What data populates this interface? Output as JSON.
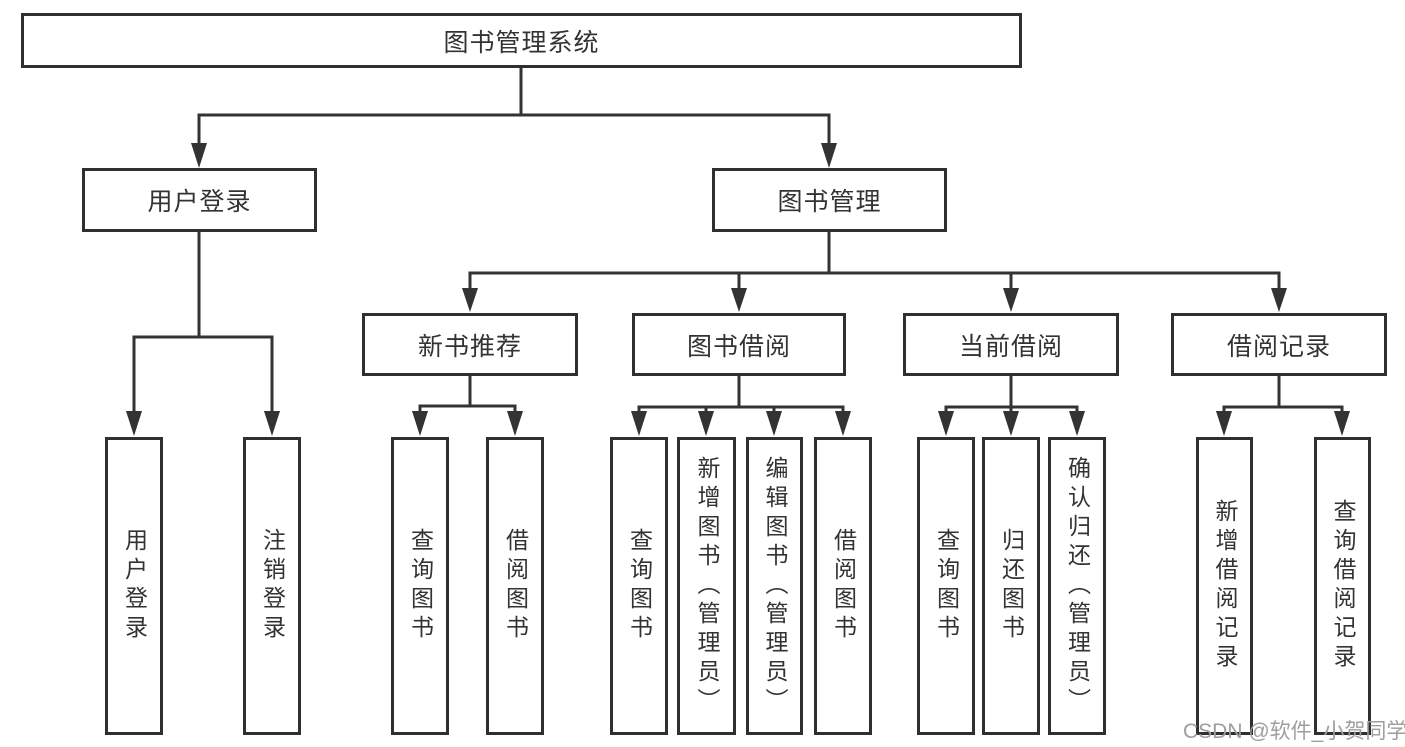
{
  "diagram_type": "hierarchy-tree",
  "tree": {
    "label": "图书管理系统",
    "children": [
      {
        "label": "用户登录",
        "children": [
          {
            "label": "用户登录"
          },
          {
            "label": "注销登录"
          }
        ]
      },
      {
        "label": "图书管理",
        "children": [
          {
            "label": "新书推荐",
            "children": [
              {
                "label": "查询图书"
              },
              {
                "label": "借阅图书"
              }
            ]
          },
          {
            "label": "图书借阅",
            "children": [
              {
                "label": "查询图书"
              },
              {
                "label": "新增图书（管理员）"
              },
              {
                "label": "编辑图书（管理员）"
              },
              {
                "label": "借阅图书"
              }
            ]
          },
          {
            "label": "当前借阅",
            "children": [
              {
                "label": "查询图书"
              },
              {
                "label": "归还图书"
              },
              {
                "label": "确认归还（管理员）"
              }
            ]
          },
          {
            "label": "借阅记录",
            "children": [
              {
                "label": "新增借阅记录"
              },
              {
                "label": "查询借阅记录"
              }
            ]
          }
        ]
      }
    ]
  },
  "watermark": "CSDN @软件_小贺同学",
  "colors": {
    "line": "#333333",
    "box_border": "#2f2f2f",
    "box_fill": "#ffffff",
    "text": "#333333",
    "watermark": "#9e9e9e"
  }
}
